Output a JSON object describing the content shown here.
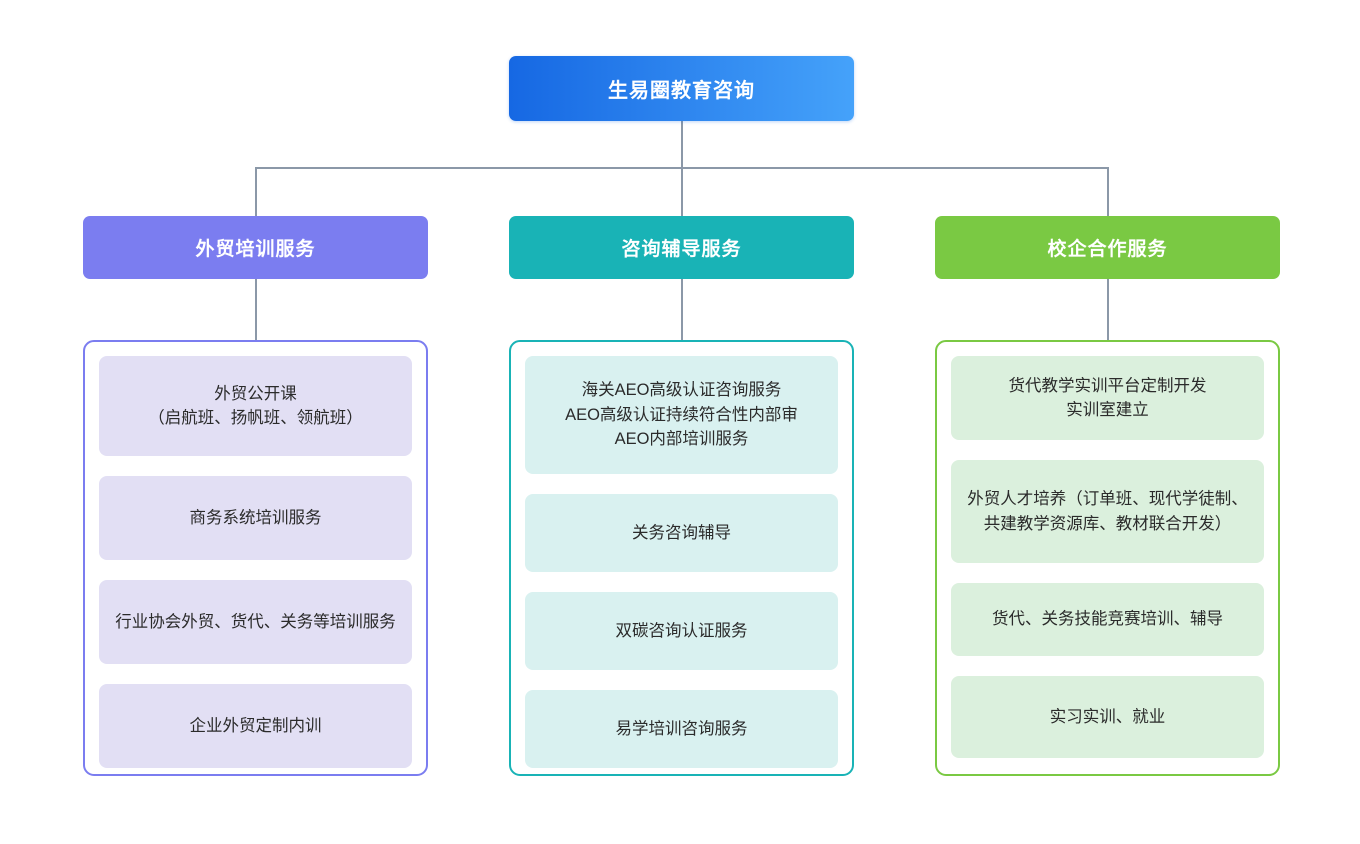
{
  "diagram": {
    "type": "organization-chart",
    "orientation": "top-down",
    "root": {
      "label": "生易圈教育咨询",
      "gradient_from": "#1668e3",
      "gradient_to": "#45a2fa"
    },
    "connector_color": "#8b98a8",
    "branches": [
      {
        "label": "外贸培训服务",
        "header_color": "#7b7df0",
        "border_color": "#7b7df0",
        "card_color": "#e2dff4",
        "items": [
          "外贸公开课\n（启航班、扬帆班、领航班）",
          "商务系统培训服务",
          "行业协会外贸、货代、关务等培训服务",
          "企业外贸定制内训"
        ]
      },
      {
        "label": "咨询辅导服务",
        "header_color": "#19b3b6",
        "border_color": "#19b3b6",
        "card_color": "#d9f1f0",
        "items": [
          "海关AEO高级认证咨询服务\nAEO高级认证持续符合性内部审\nAEO内部培训服务",
          "关务咨询辅导",
          "双碳咨询认证服务",
          "易学培训咨询服务"
        ]
      },
      {
        "label": "校企合作服务",
        "header_color": "#7ac943",
        "border_color": "#7ac943",
        "card_color": "#dbf0dd",
        "items": [
          "货代教学实训平台定制开发\n实训室建立",
          "外贸人才培养（订单班、现代学徒制、共建教学资源库、教材联合开发）",
          "货代、关务技能竞赛培训、辅导",
          "实习实训、就业"
        ]
      }
    ]
  }
}
